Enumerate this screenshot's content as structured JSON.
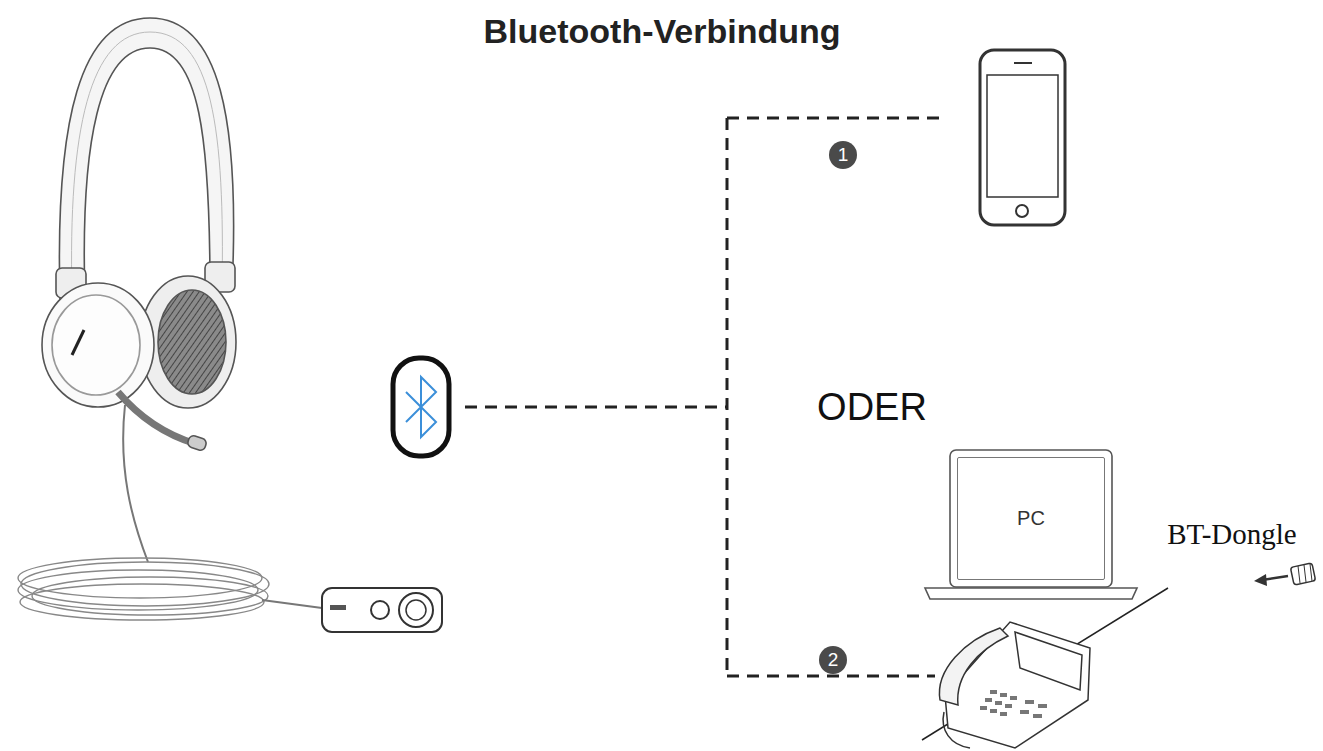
{
  "diagram": {
    "title": "Bluetooth-Verbindung",
    "nodes": [
      {
        "text": [
          "PC"
        ]
      }
    ],
    "labels": [
      "ODER",
      "BT-Dongle",
      "1",
      "2"
    ]
  }
}
